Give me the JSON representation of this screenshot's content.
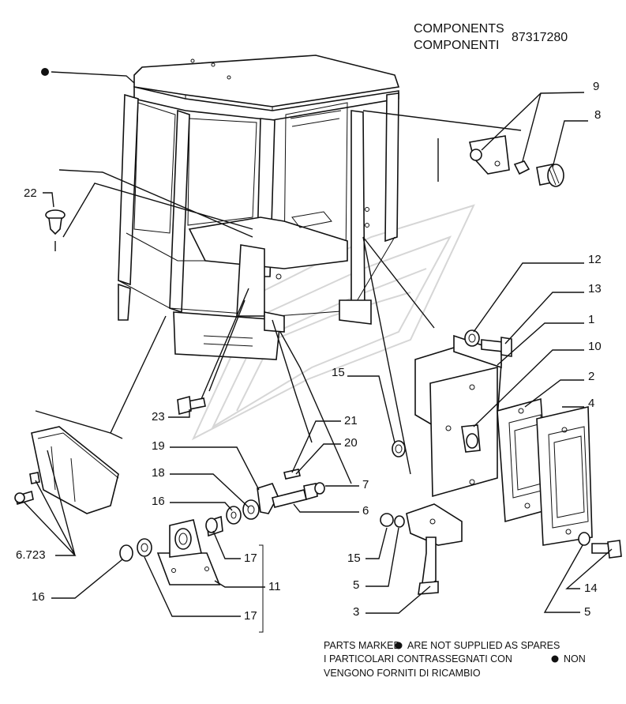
{
  "header": {
    "title_line1": "COMPONENTS",
    "title_line2": "COMPONENTI",
    "part_number": "87317280"
  },
  "callouts": [
    {
      "id": "c9",
      "text": "9"
    },
    {
      "id": "c8",
      "text": "8"
    },
    {
      "id": "c22",
      "text": "22"
    },
    {
      "id": "c12",
      "text": "12"
    },
    {
      "id": "c13",
      "text": "13"
    },
    {
      "id": "c1",
      "text": "1"
    },
    {
      "id": "c10",
      "text": "10"
    },
    {
      "id": "c2",
      "text": "2"
    },
    {
      "id": "c4",
      "text": "4"
    },
    {
      "id": "c15a",
      "text": "15"
    },
    {
      "id": "c23",
      "text": "23"
    },
    {
      "id": "c21",
      "text": "21"
    },
    {
      "id": "c20",
      "text": "20"
    },
    {
      "id": "c19",
      "text": "19"
    },
    {
      "id": "c7",
      "text": "7"
    },
    {
      "id": "c18",
      "text": "18"
    },
    {
      "id": "c6",
      "text": "6"
    },
    {
      "id": "c16a",
      "text": "16"
    },
    {
      "id": "c17a",
      "text": "17"
    },
    {
      "id": "c11",
      "text": "11"
    },
    {
      "id": "c6723",
      "text": "6.723"
    },
    {
      "id": "c16b",
      "text": "16"
    },
    {
      "id": "c17b",
      "text": "17"
    },
    {
      "id": "c15b",
      "text": "15"
    },
    {
      "id": "c5a",
      "text": "5"
    },
    {
      "id": "c3",
      "text": "3"
    },
    {
      "id": "c14",
      "text": "14"
    },
    {
      "id": "c5b",
      "text": "5"
    }
  ],
  "notes": {
    "line1": "PARTS MARKED",
    "line1b": "ARE NOT SUPPLIED AS SPARES",
    "line2": "I  PARTICOLARI  CONTRASSEGNATI  CON",
    "line2b": "NON",
    "line3": "VENGONO FORNITI DI RICAMBIO"
  },
  "colors": {
    "ink": "#111111",
    "watermark": "#d6d6d6",
    "background": "#ffffff"
  }
}
